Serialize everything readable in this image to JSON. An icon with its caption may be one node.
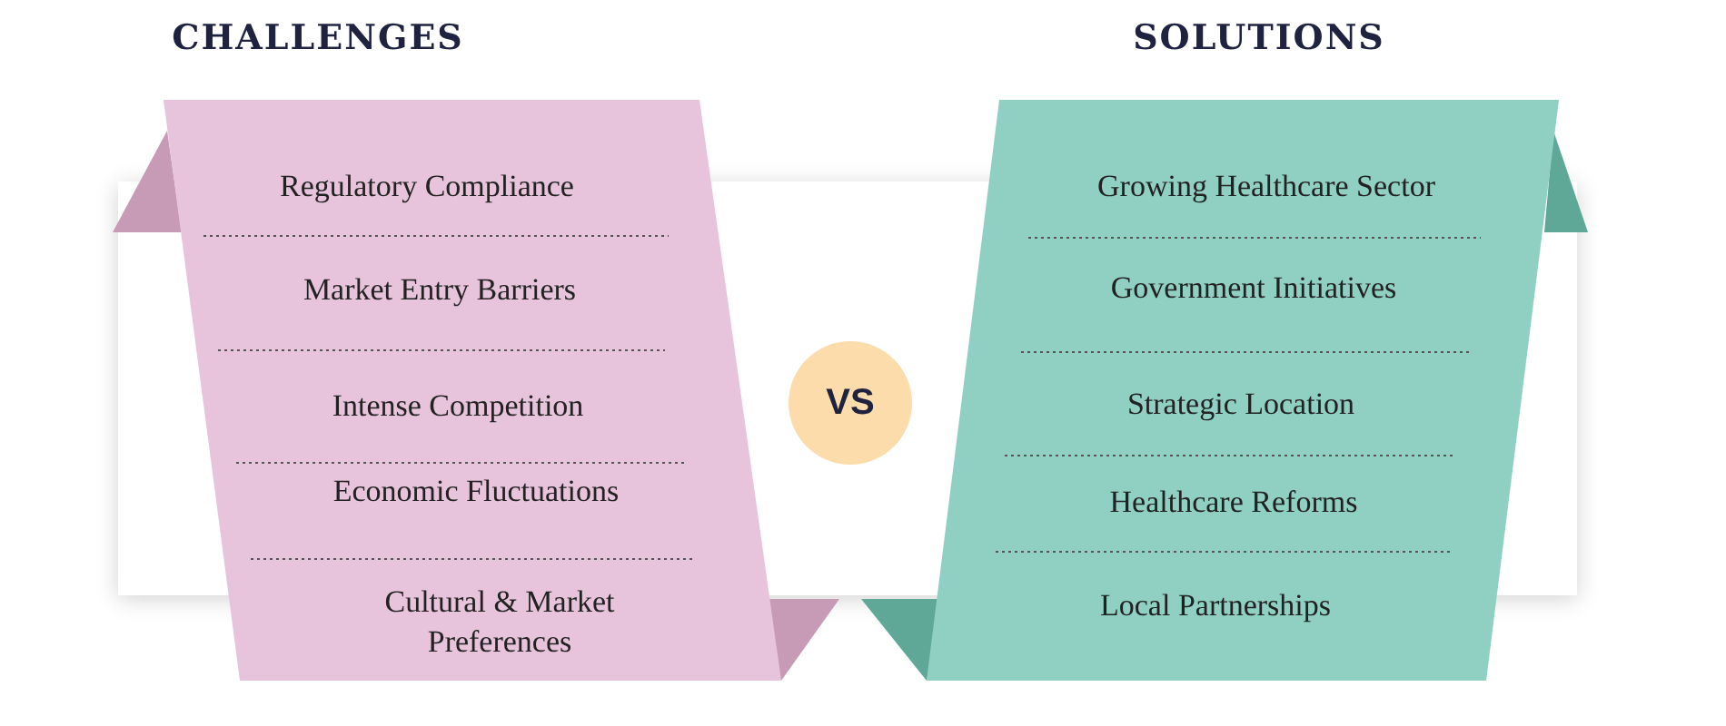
{
  "diagram": {
    "nodes": [
      {
        "text": [
          "CHALLENGES",
          "Regulatory Compliance",
          "Market Entry Barriers",
          "Intense Competition",
          "Economic Fluctuations",
          "Cultural & Market Preferences"
        ]
      },
      {
        "text": [
          "VS"
        ]
      },
      {
        "text": [
          "SOLUTIONS",
          "Growing Healthcare Sector",
          "Government Initiatives",
          "Strategic Location",
          "Healthcare Reforms",
          "Local Partnerships"
        ]
      }
    ],
    "edges": []
  }
}
